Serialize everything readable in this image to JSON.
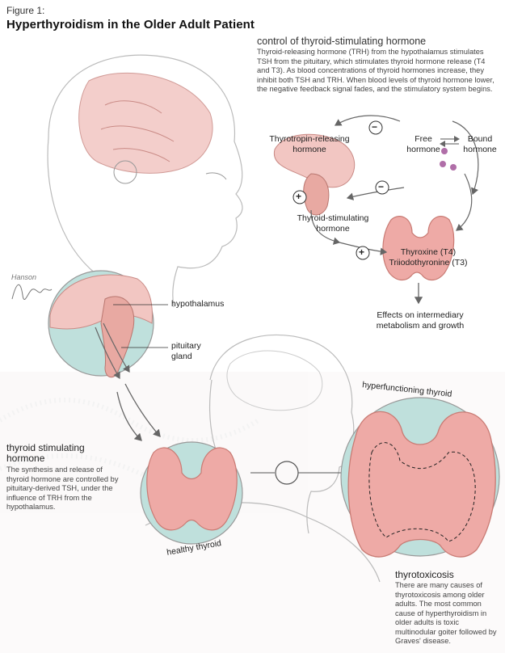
{
  "figure_label": "Figure 1:",
  "title": "Hyperthyroidism in the Older Adult Patient",
  "control": {
    "heading": "control of thyroid-stimulating hormone",
    "body": "Thyroid-releasing hormone (TRH) from the hypothalamus stimulates TSH from the pituitary, which stimulates thyroid hormone release (T4 and T3). As blood concentrations of thyroid hormones increase, they inhibit both TSH and TRH. When blood levels of thyroid hormone lower, the negative feedback signal fades, and the stimulatory system begins."
  },
  "diagram": {
    "trh_line1": "Thyrotropin-releasing",
    "trh_line2": "hormone",
    "free_line1": "Free",
    "free_line2": "hormone",
    "bound_line1": "Bound",
    "bound_line2": "hormone",
    "tsh_line1": "Thyroid-stimulating",
    "tsh_line2": "hormone",
    "t4": "Thyroxine (T4)",
    "t3": "Triiodothyronine (T3)",
    "effects_line1": "Effects on intermediary",
    "effects_line2": "metabolism and growth",
    "minus_sign": "−",
    "plus_sign": "+"
  },
  "labels": {
    "hypothalamus": "hypothalamus",
    "pituitary_line1": "pituitary",
    "pituitary_line2": "gland",
    "healthy_thyroid": "healthy thyroid",
    "hyperfunctioning_thyroid": "hyperfunctioning thyroid",
    "signature": "Hanson"
  },
  "tsh_section": {
    "heading_line1": "thyroid stimulating",
    "heading_line2": "hormone",
    "body": "The synthesis and release of thyroid hormone are controlled by pituitary-derived TSH, under the influence of TRH from the hypothalamus."
  },
  "thyrotoxicosis": {
    "heading": "thyrotoxicosis",
    "body": "There are many causes of thyrotoxicosis among older adults. The most common cause of hyperthyroidism in older adults is toxic multinodular goiter followed by Graves' disease."
  },
  "colors": {
    "thyroid": "#eeaaa6",
    "thyroid_edge": "#c97b74",
    "circle_fill": "#bfe0dc",
    "brain": "#f2c6c2",
    "arrow": "#666666"
  }
}
